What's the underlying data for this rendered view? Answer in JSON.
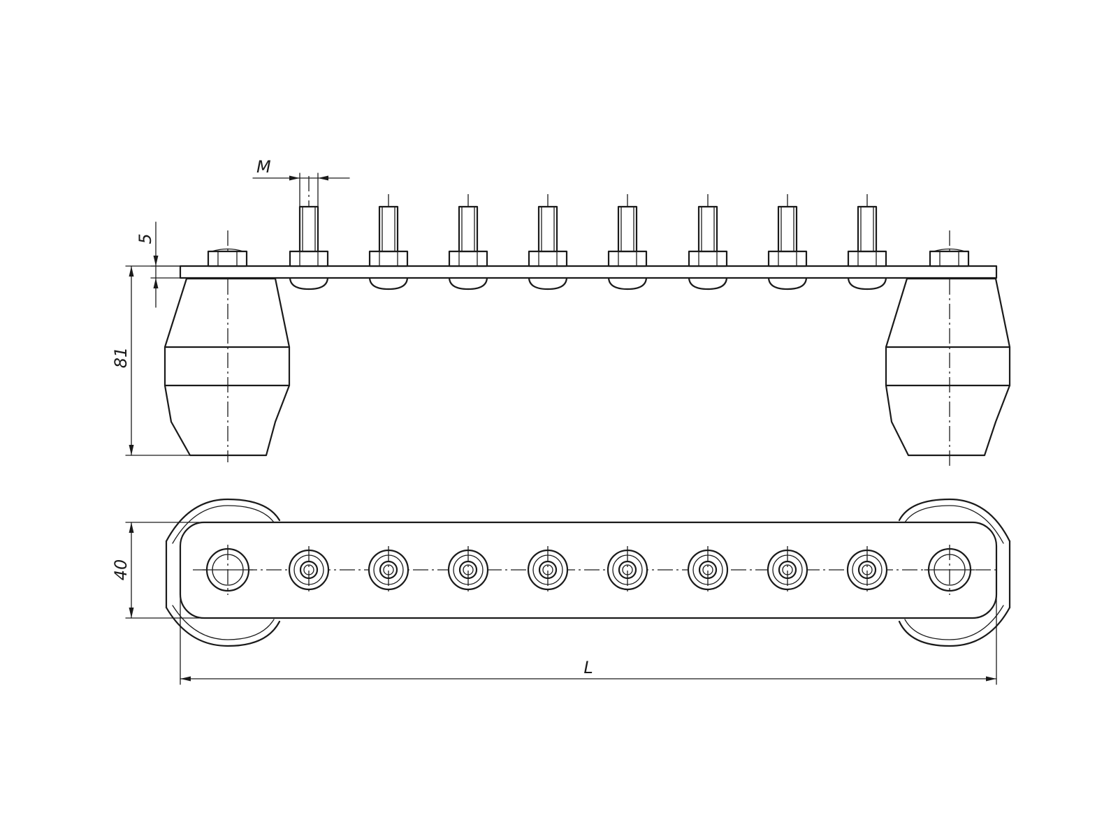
{
  "drawing": {
    "dimensions": {
      "stud_thread": "M",
      "plate_thickness": "5",
      "height": "81",
      "width": "40",
      "length": "L"
    },
    "stud_count": 8,
    "bolt_count": 2
  }
}
